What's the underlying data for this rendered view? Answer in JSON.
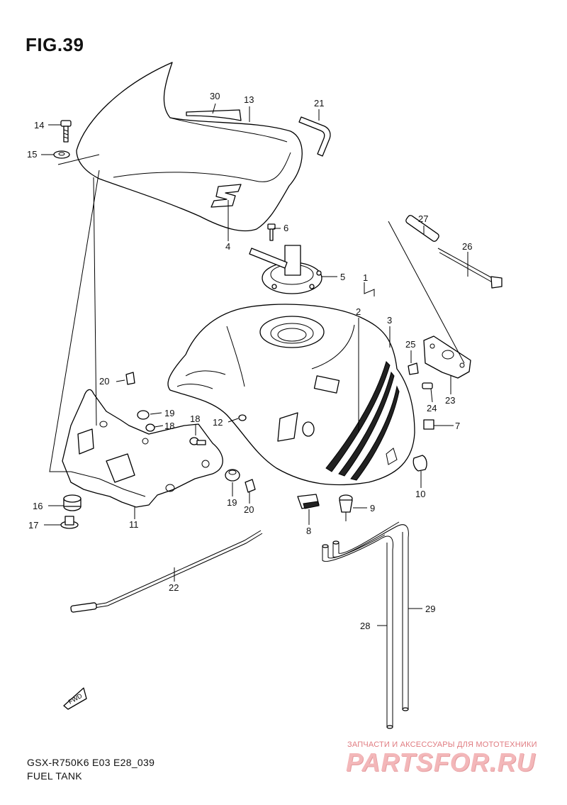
{
  "figure": {
    "title": "FIG.39"
  },
  "footer": {
    "model": "GSX-R750K6 E03 E28_039",
    "name": "FUEL TANK"
  },
  "direction_badge": "FWD",
  "watermark": {
    "tagline": "ЗАПЧАСТИ И АКСЕССУАРЫ ДЛЯ МОТОТЕХНИКИ",
    "logo": "PARTSFOR.RU"
  },
  "callouts": {
    "p1": "1",
    "p2": "2",
    "p3": "3",
    "p4": "4",
    "p5": "5",
    "p6": "6",
    "p7": "7",
    "p8": "8",
    "p9": "9",
    "p10": "10",
    "p11": "11",
    "p12": "12",
    "p13": "13",
    "p14": "14",
    "p15": "15",
    "p16": "16",
    "p17": "17",
    "p18": "18",
    "p19": "19",
    "p20": "20",
    "p21": "21",
    "p22": "22",
    "p23": "23",
    "p24": "24",
    "p25": "25",
    "p26": "26",
    "p27": "27",
    "p28": "28",
    "p29": "29",
    "p30": "30"
  }
}
